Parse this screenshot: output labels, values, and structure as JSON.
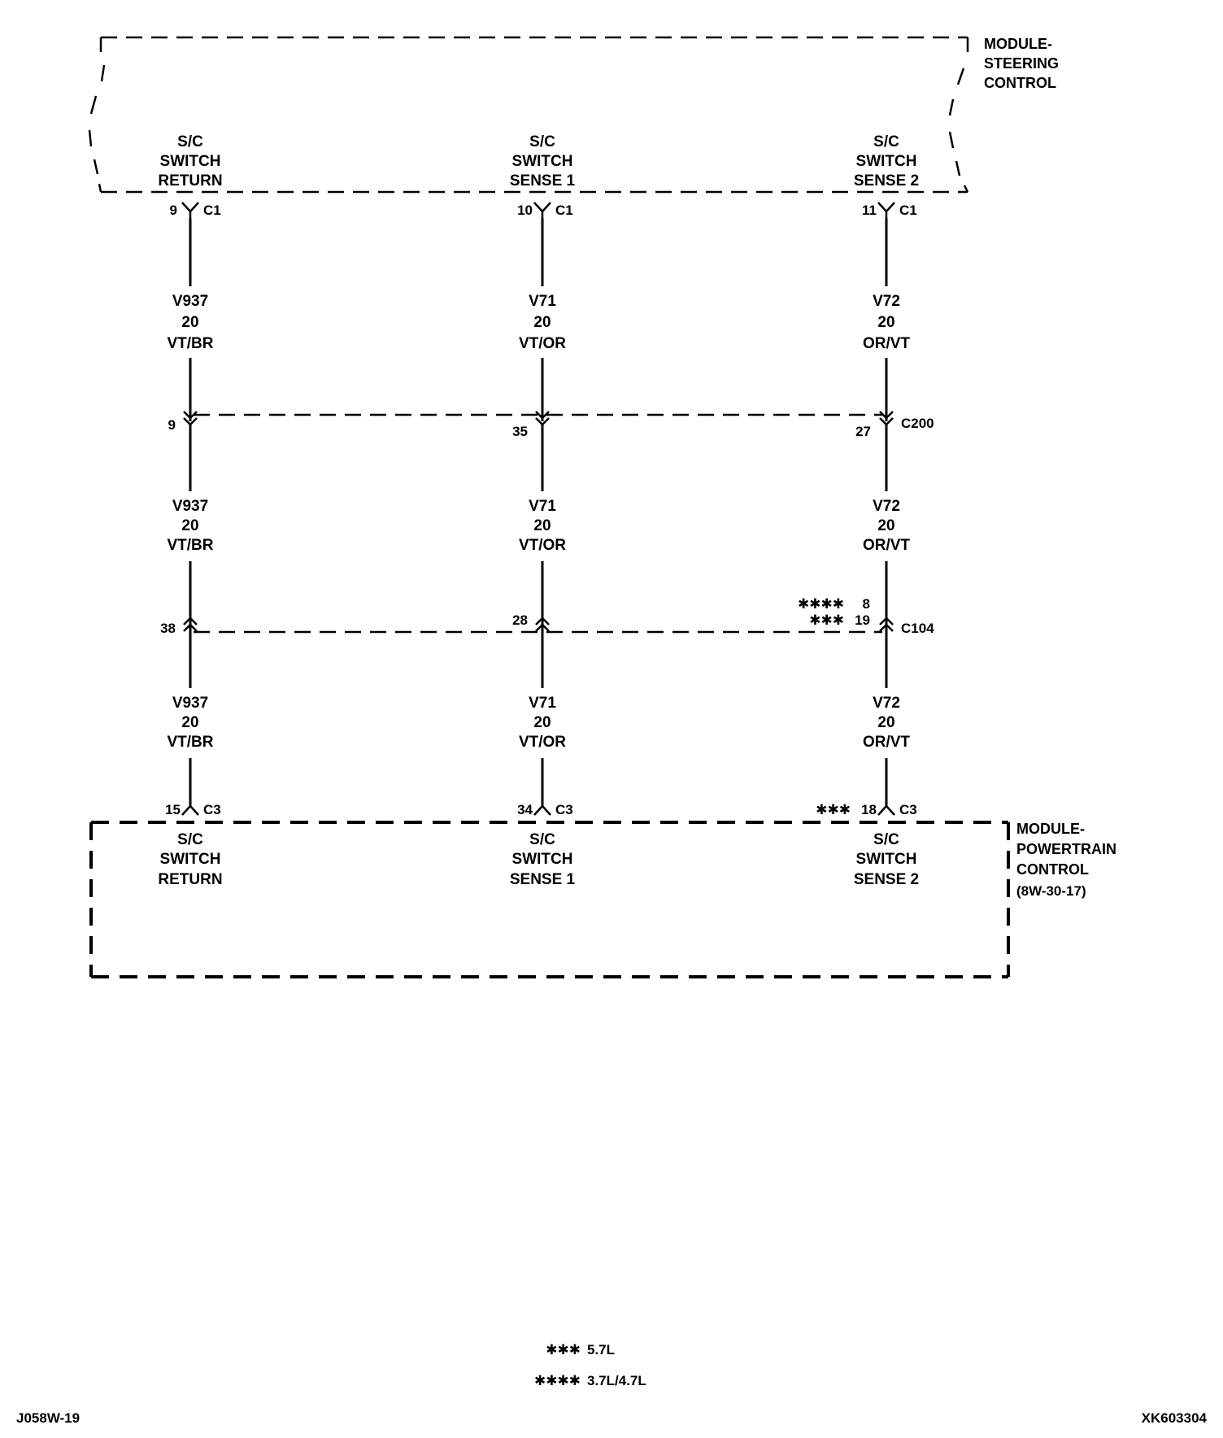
{
  "modules": {
    "steering": {
      "lines": [
        "MODULE-",
        "STEERING",
        "CONTROL"
      ]
    },
    "powertrain": {
      "lines": [
        "MODULE-",
        "POWERTRAIN",
        "CONTROL"
      ],
      "ref": "(8W-30-17)"
    }
  },
  "circuits": [
    {
      "top_func": [
        "S/C",
        "SWITCH",
        "RETURN"
      ],
      "top_pin": "9",
      "top_conn": "C1",
      "wire": [
        "V937",
        "20",
        "VT/BR"
      ],
      "c200_pin": "9",
      "c104_pin": "38",
      "bottom_pin": "15",
      "bottom_conn": "C3",
      "bottom_func": [
        "S/C",
        "SWITCH",
        "RETURN"
      ]
    },
    {
      "top_func": [
        "S/C",
        "SWITCH",
        "SENSE 1"
      ],
      "top_pin": "10",
      "top_conn": "C1",
      "wire": [
        "V71",
        "20",
        "VT/OR"
      ],
      "c200_pin": "35",
      "c104_pin": "28",
      "bottom_pin": "34",
      "bottom_conn": "C3",
      "bottom_func": [
        "S/C",
        "SWITCH",
        "SENSE 1"
      ]
    },
    {
      "top_func": [
        "S/C",
        "SWITCH",
        "SENSE 2"
      ],
      "top_pin": "11",
      "top_conn": "C1",
      "wire": [
        "V72",
        "20",
        "OR/VT"
      ],
      "c200_pin": "27",
      "c200_name": "C200",
      "c104_pin_4": "8",
      "c104_pin_3": "19",
      "c104_name": "C104",
      "bottom_pin": "18",
      "bottom_conn": "C3",
      "bottom_func": [
        "S/C",
        "SWITCH",
        "SENSE 2"
      ]
    }
  ],
  "variants": {
    "three_star": "✱✱✱",
    "four_star": "✱✱✱✱"
  },
  "legend": [
    {
      "marker": "✱✱✱",
      "text": "5.7L"
    },
    {
      "marker": "✱✱✱✱",
      "text": "3.7L/4.7L"
    }
  ],
  "footer": {
    "left": "J058W-19",
    "right": "XK603304"
  }
}
